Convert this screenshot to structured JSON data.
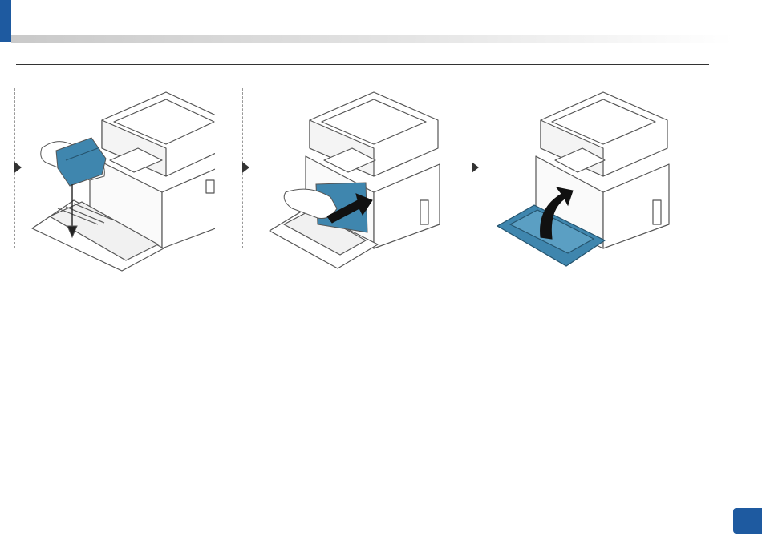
{
  "header": {
    "title": ""
  },
  "steps": [
    {
      "label": "",
      "action": "insert-toner-cartridge"
    },
    {
      "label": "",
      "action": "push-cartridge-in"
    },
    {
      "label": "",
      "action": "close-front-door"
    }
  ],
  "page": {
    "number": ""
  },
  "colors": {
    "accent": "#1e5aa0",
    "highlight": "#3f86ae"
  },
  "icons": [
    "step-arrow-icon",
    "printer-icon",
    "hand-icon",
    "arrow-icon"
  ]
}
